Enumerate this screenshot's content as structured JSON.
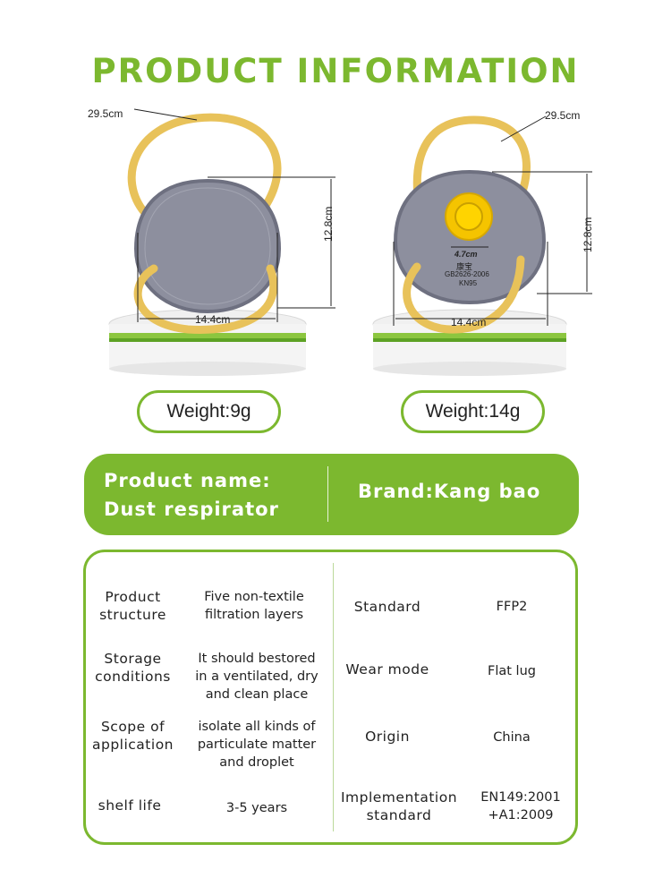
{
  "page": {
    "title": "PRODUCT INFORMATION"
  },
  "products": [
    {
      "strap_length": "29.5cm",
      "height": "12.8cm",
      "width": "14.4cm",
      "weight": "Weight:9g"
    },
    {
      "strap_length": "29.5cm",
      "height": "12.8cm",
      "width": "14.4cm",
      "valve_width": "4.7cm",
      "mask_print": [
        "康宝",
        "GB2626-2006",
        "KN95"
      ],
      "weight": "Weight:14g"
    }
  ],
  "banner": {
    "product_name_line1": "Product name:",
    "product_name_line2": "Dust respirator",
    "brand": "Brand:Kang bao"
  },
  "specs": {
    "left": [
      {
        "key": "Product\nstructure",
        "value": "Five non-textile\nfiltration layers"
      },
      {
        "key": "Storage\nconditions",
        "value": "It should bestored\nin a ventilated, dry\nand clean place"
      },
      {
        "key": "Scope of\napplication",
        "value": "isolate all kinds of\nparticulate matter\nand droplet"
      },
      {
        "key": "shelf life",
        "value": "3-5 years"
      }
    ],
    "right": [
      {
        "key": "Standard",
        "value": "FFP2"
      },
      {
        "key": "Wear mode",
        "value": "Flat lug"
      },
      {
        "key": "Origin",
        "value": "China"
      },
      {
        "key": "Implementation\nstandard",
        "value": "EN149:2001\n+A1:2009"
      }
    ]
  },
  "colors": {
    "accent": "#7cb82f",
    "strap": "#e8c25a",
    "mask": "#8d8f9e",
    "valve": "#f5c400"
  }
}
